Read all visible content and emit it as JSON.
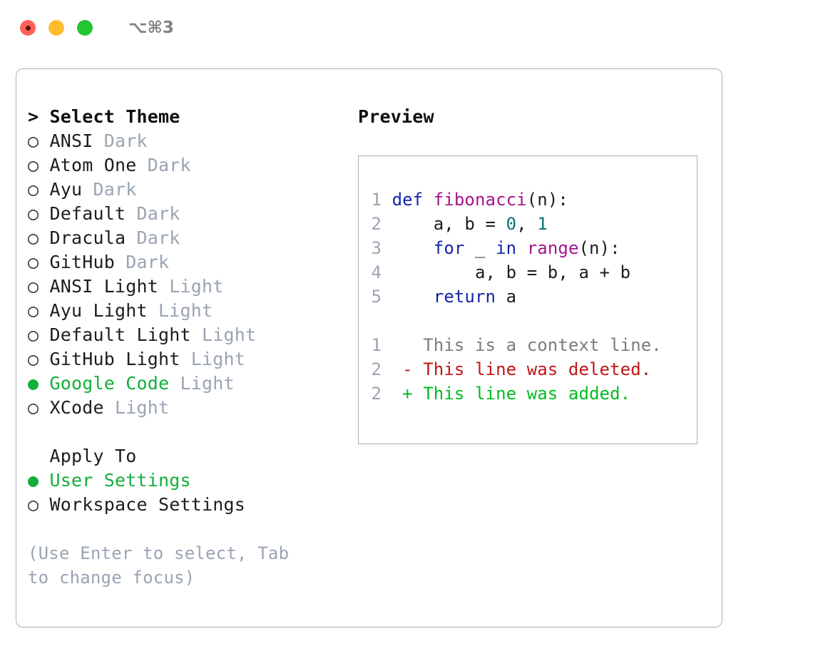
{
  "titlebar": {
    "shortcut": "⌥⌘3",
    "lights": [
      "close",
      "minimize",
      "maximize"
    ]
  },
  "theme_picker": {
    "title_prefix": "> ",
    "title": "Select Theme",
    "bullet_selected": "● ",
    "bullet_unselected": "○ ",
    "options": [
      {
        "label": "ANSI",
        "suffix": " Dark",
        "selected": false
      },
      {
        "label": "Atom One",
        "suffix": " Dark",
        "selected": false
      },
      {
        "label": "Ayu",
        "suffix": " Dark",
        "selected": false
      },
      {
        "label": "Default",
        "suffix": " Dark",
        "selected": false
      },
      {
        "label": "Dracula",
        "suffix": " Dark",
        "selected": false
      },
      {
        "label": "GitHub",
        "suffix": " Dark",
        "selected": false
      },
      {
        "label": "ANSI Light",
        "suffix": " Light",
        "selected": false
      },
      {
        "label": "Ayu Light",
        "suffix": " Light",
        "selected": false
      },
      {
        "label": "Default Light",
        "suffix": " Light",
        "selected": false
      },
      {
        "label": "GitHub Light",
        "suffix": " Light",
        "selected": false
      },
      {
        "label": "Google Code",
        "suffix": " Light",
        "selected": true
      },
      {
        "label": "XCode",
        "suffix": " Light",
        "selected": false
      }
    ]
  },
  "apply_to": {
    "heading": "  Apply To",
    "options": [
      {
        "label": "User Settings",
        "selected": true
      },
      {
        "label": "Workspace Settings",
        "selected": false
      }
    ]
  },
  "hint": "(Use Enter to select, Tab to change focus)",
  "preview": {
    "title": "Preview",
    "code_lines": [
      {
        "num": "1",
        "tokens": [
          {
            "t": "def",
            "c": "kw"
          },
          {
            "t": " ",
            "c": "txt"
          },
          {
            "t": "fibonacci",
            "c": "fn"
          },
          {
            "t": "(n):",
            "c": "txt"
          }
        ]
      },
      {
        "num": "2",
        "tokens": [
          {
            "t": "    a, b = ",
            "c": "txt"
          },
          {
            "t": "0",
            "c": "num"
          },
          {
            "t": ", ",
            "c": "txt"
          },
          {
            "t": "1",
            "c": "num"
          }
        ]
      },
      {
        "num": "3",
        "tokens": [
          {
            "t": "    ",
            "c": "txt"
          },
          {
            "t": "for",
            "c": "kw"
          },
          {
            "t": " _ ",
            "c": "txt"
          },
          {
            "t": "in",
            "c": "kw"
          },
          {
            "t": " ",
            "c": "txt"
          },
          {
            "t": "range",
            "c": "fn"
          },
          {
            "t": "(n):",
            "c": "txt"
          }
        ]
      },
      {
        "num": "4",
        "tokens": [
          {
            "t": "        a, b = b, a + b",
            "c": "txt"
          }
        ]
      },
      {
        "num": "5",
        "tokens": [
          {
            "t": "    ",
            "c": "txt"
          },
          {
            "t": "return",
            "c": "kw"
          },
          {
            "t": " a",
            "c": "txt"
          }
        ]
      }
    ],
    "diff_lines": [
      {
        "num": "1",
        "marker": "  ",
        "text": "This is a context line.",
        "kind": "ctx"
      },
      {
        "num": "2",
        "marker": "- ",
        "text": "This line was deleted.",
        "kind": "del"
      },
      {
        "num": "2",
        "marker": "+ ",
        "text": "This line was added.",
        "kind": "add"
      }
    ]
  },
  "colors": {
    "accent_green": "#14ae3c",
    "muted": "#9aa4b2",
    "border": "#a9b2bf",
    "keyword": "#1226a8",
    "function": "#a3158e",
    "number": "#0d7377",
    "diff_delete": "#c01616",
    "diff_add": "#00bb22"
  }
}
